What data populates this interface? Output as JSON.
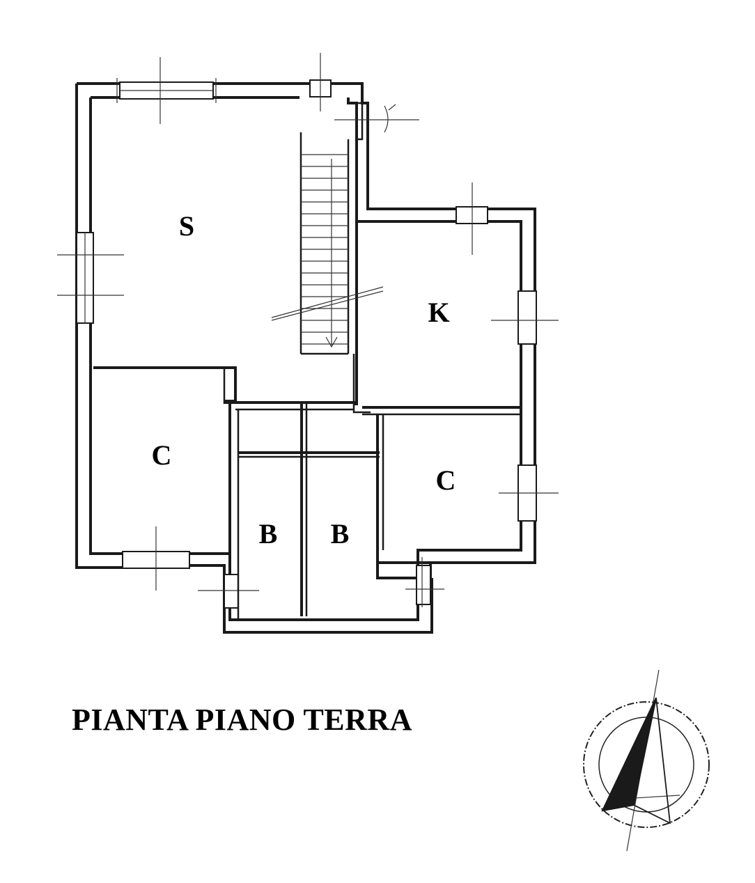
{
  "title": "PIANTA PIANO TERRA",
  "rooms": [
    {
      "label": "S"
    },
    {
      "label": "K"
    },
    {
      "label": "C"
    },
    {
      "label": "C"
    },
    {
      "label": "B"
    },
    {
      "label": "B"
    }
  ],
  "compass": {
    "icon": "north-arrow-icon"
  },
  "colors": {
    "ink": "#1a1a1a",
    "background": "#ffffff"
  }
}
